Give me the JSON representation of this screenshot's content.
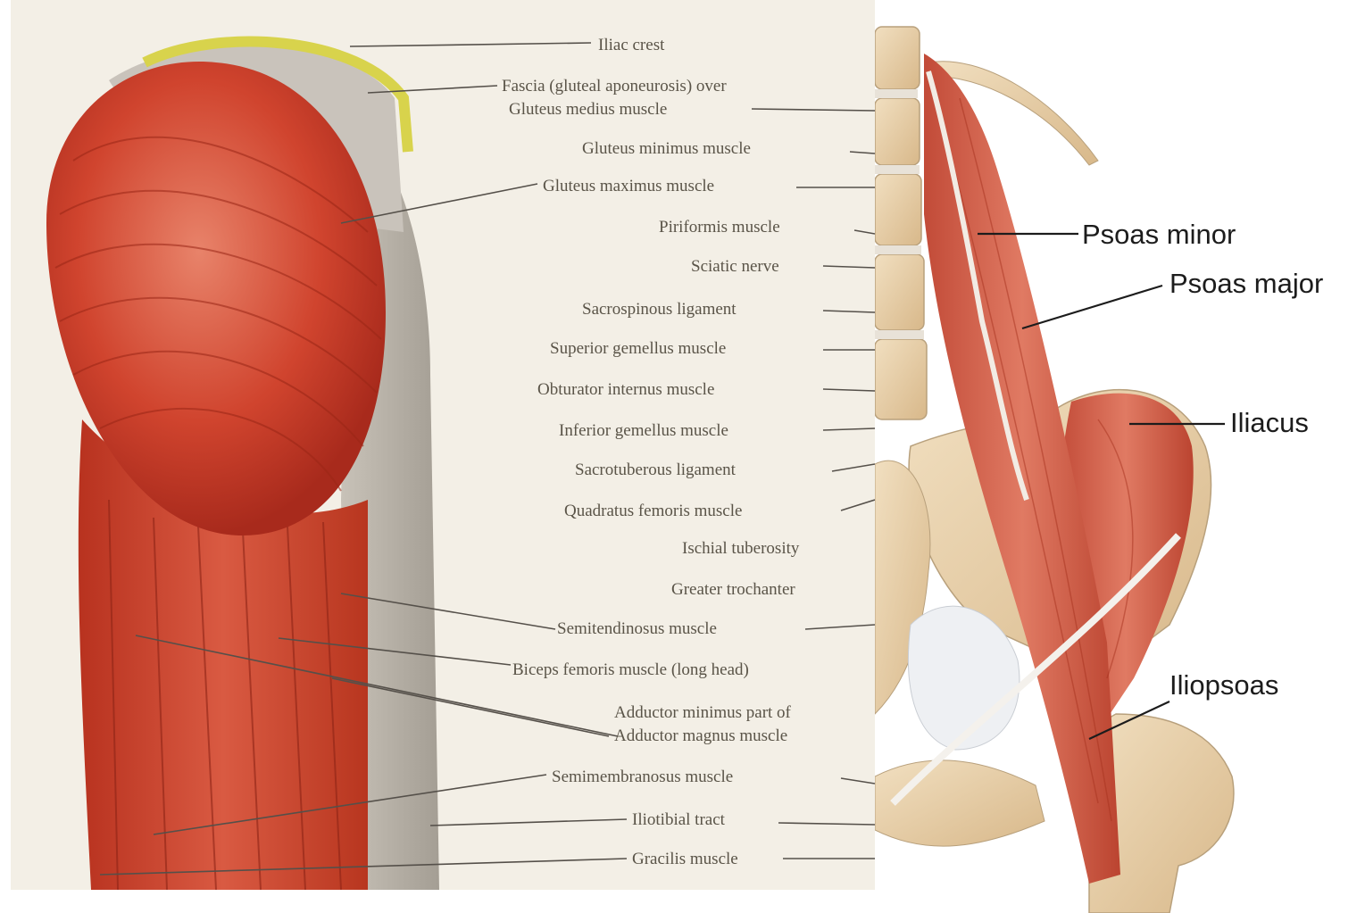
{
  "gluteal_panel": {
    "labels": [
      "Iliac crest",
      "Fascia (gluteal aponeurosis) over",
      "Gluteus medius muscle",
      "Gluteus minimus muscle",
      "Gluteus maximus muscle",
      "Piriformis muscle",
      "Sciatic nerve",
      "Sacrospinous ligament",
      "Superior gemellus muscle",
      "Obturator internus muscle",
      "Inferior gemellus muscle",
      "Sacrotuberous ligament",
      "Quadratus femoris muscle",
      "Ischial tuberosity",
      "Greater trochanter",
      "Semitendinosus muscle",
      "Biceps femoris muscle (long head)",
      "Adductor minimus part of",
      "Adductor magnus muscle",
      "Semimembranosus muscle",
      "Iliotibial tract",
      "Gracilis muscle"
    ]
  },
  "iliopsoas_panel": {
    "labels": [
      "Psoas minor",
      "Psoas major",
      "Iliacus",
      "Iliopsoas"
    ]
  }
}
